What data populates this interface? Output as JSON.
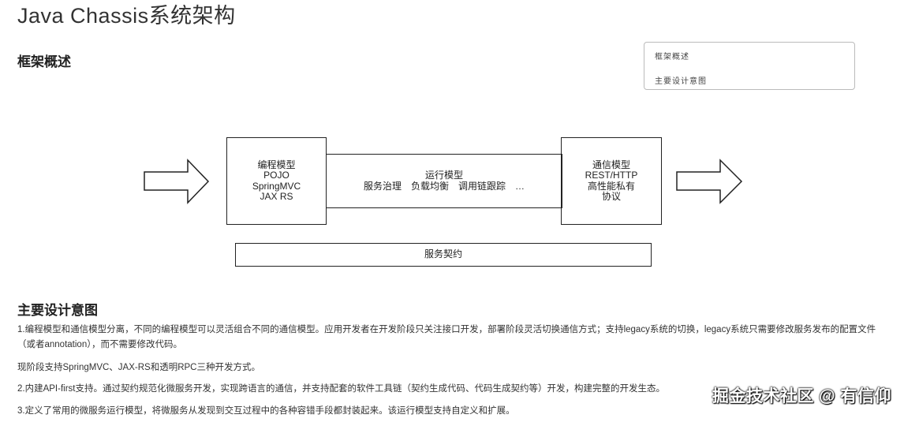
{
  "page": {
    "title": "Java Chassis系统架构"
  },
  "sections": {
    "overview": "框架概述",
    "design": "主要设计意图"
  },
  "toc": {
    "items": [
      "框架概述",
      "主要设计意图"
    ]
  },
  "diagram": {
    "programming": {
      "lines": [
        "编程模型",
        "POJO",
        "SpringMVC",
        "JAX RS"
      ]
    },
    "runtime": {
      "lines": [
        "运行模型",
        "服务治理　负载均衡　调用链跟踪　…"
      ]
    },
    "communication": {
      "lines": [
        "通信模型",
        "REST/HTTP",
        "高性能私有",
        "协议"
      ]
    },
    "contract": {
      "label": "服务契约"
    }
  },
  "paragraphs": [
    "1.编程模型和通信模型分离，不同的编程模型可以灵活组合不同的通信模型。应用开发者在开发阶段只关注接口开发，部署阶段灵活切换通信方式；支持legacy系统的切换，legacy系统只需要修改服务发布的配置文件（或者annotation），而不需要修改代码。",
    "现阶段支持SpringMVC、JAX-RS和透明RPC三种开发方式。",
    "2.内建API-first支持。通过契约规范化微服务开发，实现跨语言的通信，并支持配套的软件工具链（契约生成代码、代码生成契约等）开发，构建完整的开发生态。",
    "3.定义了常用的微服务运行模型，将微服务从发现到交互过程中的各种容错手段都封装起来。该运行模型支持自定义和扩展。"
  ],
  "watermark": "掘金技术社区 @ 有信仰"
}
